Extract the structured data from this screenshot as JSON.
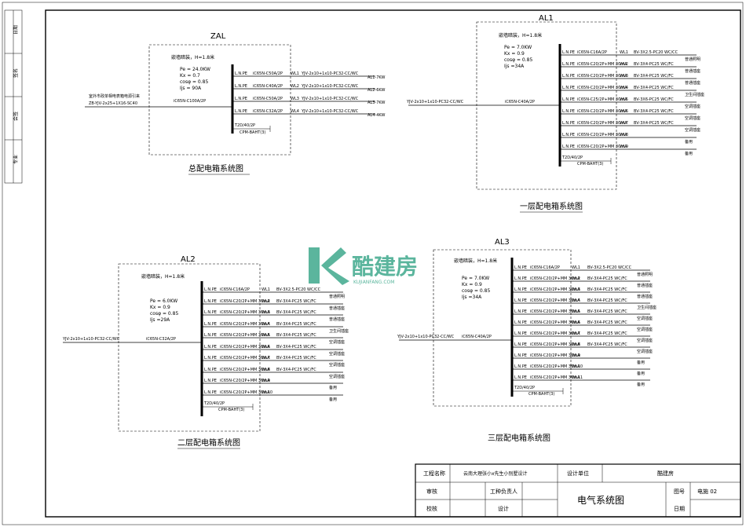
{
  "left_strip": [
    "日期",
    "签名",
    "会签",
    "专业"
  ],
  "zal": {
    "name": "ZAL",
    "mount": "嵌墙暗装，H=1.8米",
    "pe": "Pe = 24.0KW",
    "kx": "Kx = 0.7",
    "cos": "cosφ = 0.85",
    "ijs": "Ijs = 90A",
    "breaker": "iC65N-C100A/2P",
    "incoming_note": "室外市政单相电表箱电源引来",
    "incoming_cable": "ZB-YJV-2x25+1X16-SC40",
    "title": "总配电箱系统图",
    "circuits": [
      {
        "lnpe": "L.N.PE",
        "breaker": "iC65N-C50A/2P",
        "wl": "WL1",
        "cable": "YJV-2x10+1x10-PC32-CC/WC",
        "load": "AL1-7KW"
      },
      {
        "lnpe": "L.N.PE",
        "breaker": "iC65N-C40A/2P",
        "wl": "WL2",
        "cable": "YJV-2x10+1x10-PC32-CC/WC",
        "load": "AL2-6KW"
      },
      {
        "lnpe": "L.N.PE",
        "breaker": "iC65N-C50A/2P",
        "wl": "WL3",
        "cable": "YJV-2x10+1x10-PC32-CC/WC",
        "load": "AL3-7KW"
      },
      {
        "lnpe": "L.N.PE",
        "breaker": "iC65N-C32A/2P",
        "wl": "WL4",
        "cable": "YJV-2x10+1x10-PC32-CC/WC",
        "load": "AL4-4KW"
      }
    ],
    "spd1": "T2D/40/2P",
    "spd2": "CPM-ВАНТ(3)"
  },
  "al1": {
    "name": "AL1",
    "mount": "嵌墙暗装，H=1.8米",
    "pe": "Pe = 7.0KW",
    "kx": "Kx = 0.9",
    "cos": "cosφ = 0.85",
    "ijs": "Ijs =34A",
    "breaker": "iC65N-C40A/2P",
    "incoming_cable": "YJV-2x10+1x10-PC32-CC/WC",
    "title": "一层配电箱系统图",
    "circuits": [
      {
        "lnpe": "L.N.PE",
        "breaker": "iC65N-C16A/2P",
        "wl": "WL1",
        "cable": "BV-3X2.5-PC20 WC/CC",
        "use": "普通照明"
      },
      {
        "lnpe": "L.N.PE",
        "breaker": "iC65N-C20/2P+MM 30mA",
        "wl": "WL2",
        "cable": "BV-3X4-PC25 WC/FC",
        "use": "普通插座"
      },
      {
        "lnpe": "L.N.PE",
        "breaker": "iC65N-C20/2P+MM 30mA",
        "wl": "WL3",
        "cable": "BV-3X4-PC25 WC/FC",
        "use": "普通插座"
      },
      {
        "lnpe": "L.N.PE",
        "breaker": "iC65N-C20/2P+MM 30mA",
        "wl": "WL4",
        "cable": "BV-3X4-PC25 WC/FC",
        "use": "卫生间插座"
      },
      {
        "lnpe": "L.N.PE",
        "breaker": "iC65N-C25/2P+MM 30mA",
        "wl": "WL5",
        "cable": "BV-3X6-PC25 WC/FC",
        "use": "空调插座"
      },
      {
        "lnpe": "L.N.PE",
        "breaker": "iC65N-C20/2P+MM 30mA",
        "wl": "WL6",
        "cable": "BV-3X4-PC25 WC/FC",
        "use": "空调插座"
      },
      {
        "lnpe": "L.N.PE",
        "breaker": "iC65N-C20/2P+MM 30mA",
        "wl": "WL7",
        "cable": "BV-3X4-PC25 WC/FC",
        "use": "空调插座"
      },
      {
        "lnpe": "L.N.PE",
        "breaker": "iC65N-C20/2P+MM 30mA",
        "wl": "WL8",
        "cable": "",
        "use": "备用"
      },
      {
        "lnpe": "L.N.PE",
        "breaker": "iC65N-C20/2P+MM 30mA",
        "wl": "WL9",
        "cable": "",
        "use": "备用"
      }
    ],
    "spd1": "T2D/40/2P",
    "spd2": "CPM-ВАНТ(3)"
  },
  "al2": {
    "name": "AL2",
    "mount": "嵌墙暗装，H=1.8米",
    "pe": "Pe = 6.0KW",
    "kx": "Kx = 0.9",
    "cos": "cosφ = 0.85",
    "ijs": "Ijs =29A",
    "breaker": "iC65N-C32A/2P",
    "incoming_cable": "YJV-2x10+1x10-PC32-CC/WC",
    "title": "二层配电箱系统图",
    "circuits": [
      {
        "lnpe": "L.N.PE",
        "breaker": "iC65N-C16A/2P",
        "wl": "WL1",
        "cable": "BV-3X2.5-PC20 WC/CC",
        "use": "普通照明"
      },
      {
        "lnpe": "L.N.PE",
        "breaker": "iC65N-C20/2P+MM 30mA",
        "wl": "WL2",
        "cable": "BV-3X4-PC25 WC/FC",
        "use": "普通插座"
      },
      {
        "lnpe": "L.N.PE",
        "breaker": "iC65N-C20/2P+MM 30mA",
        "wl": "WL3",
        "cable": "BV-3X4-PC25 WC/FC",
        "use": "普通插座"
      },
      {
        "lnpe": "L.N.PE",
        "breaker": "iC65N-C20/2P+MM 30mA",
        "wl": "WL4",
        "cable": "BV-3X4-PC25 WC/FC",
        "use": "卫生间插座"
      },
      {
        "lnpe": "L.N.PE",
        "breaker": "iC65N-C20/2P+MM 30mA",
        "wl": "WL5",
        "cable": "BV-3X4-PC25 WC/FC",
        "use": "空调插座"
      },
      {
        "lnpe": "L.N.PE",
        "breaker": "iC65N-C20/2P+MM 30mA",
        "wl": "WL6",
        "cable": "BV-3X4-PC25 WC/FC",
        "use": "空调插座"
      },
      {
        "lnpe": "L.N.PE",
        "breaker": "iC65N-C20/2P+MM 30mA",
        "wl": "WL7",
        "cable": "BV-3X4-PC25 WC/FC",
        "use": "空调插座"
      },
      {
        "lnpe": "L.N.PE",
        "breaker": "iC65N-C20/2P+MM 30mA",
        "wl": "WL8",
        "cable": "BV-3X4-PC25 WC/FC",
        "use": "空调插座"
      },
      {
        "lnpe": "L.N.PE",
        "breaker": "iC65N-C20/2P+MM 30mA",
        "wl": "WL9",
        "cable": "",
        "use": "备用"
      },
      {
        "lnpe": "L.N.PE",
        "breaker": "iC65N-C20/2P+MM 30mA",
        "wl": "WL10",
        "cable": "",
        "use": "备用"
      }
    ],
    "spd1": "T2D/40/2P",
    "spd2": "CPM-ВАНТ(3)"
  },
  "al3": {
    "name": "AL3",
    "mount": "嵌墙暗装，H=1.8米",
    "pe": "Pe = 7.0KW",
    "kx": "Kx = 0.9",
    "cos": "cosφ = 0.85",
    "ijs": "Ijs =34A",
    "breaker": "iC65N-C40A/2P",
    "incoming_cable": "YJV-2x10+1x10-PC32-CC/WC",
    "title": "三层配电箱系统图",
    "circuits": [
      {
        "lnpe": "L.N.PE",
        "breaker": "iC65N-C16A/2P",
        "wl": "WL1",
        "cable": "BV-3X2.5-PC20 WC/CC",
        "use": "普通照明"
      },
      {
        "lnpe": "L.N.PE",
        "breaker": "iC65N-C20/2P+MM 30mA",
        "wl": "WL2",
        "cable": "BV-3X4-PC25 WC/FC",
        "use": "普通插座"
      },
      {
        "lnpe": "L.N.PE",
        "breaker": "iC65N-C20/2P+MM 30mA",
        "wl": "WL3",
        "cable": "BV-3X4-PC25 WC/FC",
        "use": "普通插座"
      },
      {
        "lnpe": "L.N.PE",
        "breaker": "iC65N-C20/2P+MM 30mA",
        "wl": "WL4",
        "cable": "BV-3X4-PC25 WC/FC",
        "use": "卫生间插座"
      },
      {
        "lnpe": "L.N.PE",
        "breaker": "iC65N-C20/2P+MM 30mA",
        "wl": "WL5",
        "cable": "BV-3X4-PC25 WC/FC",
        "use": "空调插座"
      },
      {
        "lnpe": "L.N.PE",
        "breaker": "iC65N-C20/2P+MM 30mA",
        "wl": "WL6",
        "cable": "BV-3X4-PC25 WC/FC",
        "use": "空调插座"
      },
      {
        "lnpe": "L.N.PE",
        "breaker": "iC65N-C20/2P+MM 30mA",
        "wl": "WL7",
        "cable": "BV-3X4-PC25 WC/FC",
        "use": "空调插座"
      },
      {
        "lnpe": "L.N.PE",
        "breaker": "iC65N-C20/2P+MM 30mA",
        "wl": "WL8",
        "cable": "BV-3X4-PC25 WC/FC",
        "use": "空调插座"
      },
      {
        "lnpe": "L.N.PE",
        "breaker": "iC65N-C20/2P+MM 30mA",
        "wl": "WL9",
        "cable": "",
        "use": "备用"
      },
      {
        "lnpe": "L.N.PE",
        "breaker": "iC65N-C20/2P+MM 30mA",
        "wl": "WL10",
        "cable": "",
        "use": "备用"
      },
      {
        "lnpe": "L.N.PE",
        "breaker": "iC65N-C20/2P+MM 30mA",
        "wl": "WL11",
        "cable": "",
        "use": "备用"
      }
    ],
    "spd1": "T2D/40/2P",
    "spd2": "CPM-ВАНТ(3)"
  },
  "watermark": {
    "brand": "酷建房",
    "url": "KUJIANFANG.COM",
    "brand_color": "#3fa98c"
  },
  "title_block": {
    "project_label": "工程名称",
    "project_name": "云南大理张小x先生小别墅设计",
    "design_unit_label": "设计单位",
    "design_unit": "酷建房",
    "review_label": "审核",
    "lead_label": "工种负责人",
    "check_label": "校核",
    "design_label": "设计",
    "drawing_title": "电气系统图",
    "fig_no_label": "图号",
    "fig_no": "电施 02",
    "date_label": "日期"
  }
}
